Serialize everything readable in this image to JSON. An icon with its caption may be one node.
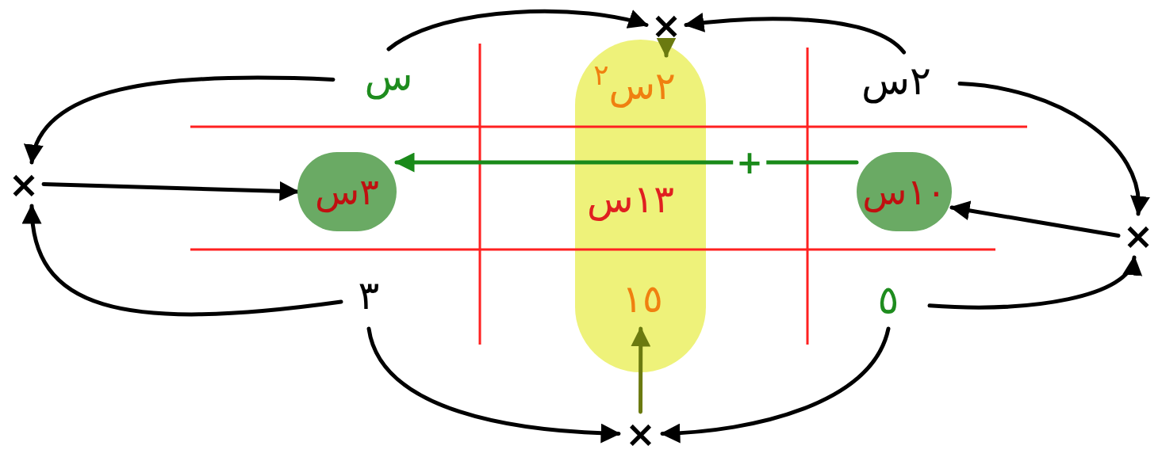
{
  "diagram": {
    "nodes": [
      {
        "text": [
          "س"
        ]
      },
      {
        "text": [
          "٢س$^{٢}$"
        ]
      },
      {
        "text": [
          "٢س"
        ]
      },
      {
        "text": [
          "٣س"
        ]
      },
      {
        "text": [
          "١٣س"
        ]
      },
      {
        "text": [
          "١٠س"
        ]
      },
      {
        "text": [
          "٣"
        ]
      },
      {
        "text": [
          "١٥"
        ]
      },
      {
        "text": [
          "٥"
        ]
      },
      {
        "text": [
          "×"
        ]
      },
      {
        "text": [
          "×"
        ]
      },
      {
        "text": [
          "×"
        ]
      },
      {
        "text": [
          "×"
        ]
      }
    ],
    "edges": [
      {
        "from": 0,
        "to": 9,
        "arrow": "to"
      },
      {
        "from": 2,
        "to": 9,
        "arrow": "to"
      },
      {
        "from": 9,
        "to": 1,
        "arrow": "to",
        "color": "#6b7a10"
      },
      {
        "from": 0,
        "to": 10,
        "arrow": "to"
      },
      {
        "from": 6,
        "to": 10,
        "arrow": "to"
      },
      {
        "from": 10,
        "to": 3,
        "arrow": "to"
      },
      {
        "from": 2,
        "to": 11,
        "arrow": "to"
      },
      {
        "from": 8,
        "to": 11,
        "arrow": "to"
      },
      {
        "from": 11,
        "to": 5,
        "arrow": "to"
      },
      {
        "from": 6,
        "to": 12,
        "arrow": "to"
      },
      {
        "from": 8,
        "to": 12,
        "arrow": "to"
      },
      {
        "from": 12,
        "to": 7,
        "arrow": "to",
        "color": "#6b7a10"
      },
      {
        "from": 5,
        "to": 3,
        "arrow": "to",
        "label": "+",
        "color": "#1a8a1a"
      }
    ]
  }
}
